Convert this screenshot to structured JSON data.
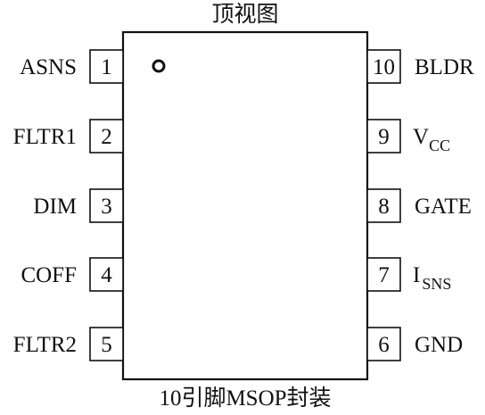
{
  "title": "顶视图",
  "caption": "10引脚MSOP封装",
  "pins": {
    "left": [
      {
        "number": "1",
        "label": "ASNS"
      },
      {
        "number": "2",
        "label": "FLTR1"
      },
      {
        "number": "3",
        "label": "DIM"
      },
      {
        "number": "4",
        "label": "COFF"
      },
      {
        "number": "5",
        "label": "FLTR2"
      }
    ],
    "right": [
      {
        "number": "10",
        "label_main": "BLDR",
        "label_sub": ""
      },
      {
        "number": "9",
        "label_main": "V",
        "label_sub": "CC"
      },
      {
        "number": "8",
        "label_main": "GATE",
        "label_sub": ""
      },
      {
        "number": "7",
        "label_main": "I",
        "label_sub": "SNS"
      },
      {
        "number": "6",
        "label_main": "GND",
        "label_sub": ""
      }
    ]
  }
}
